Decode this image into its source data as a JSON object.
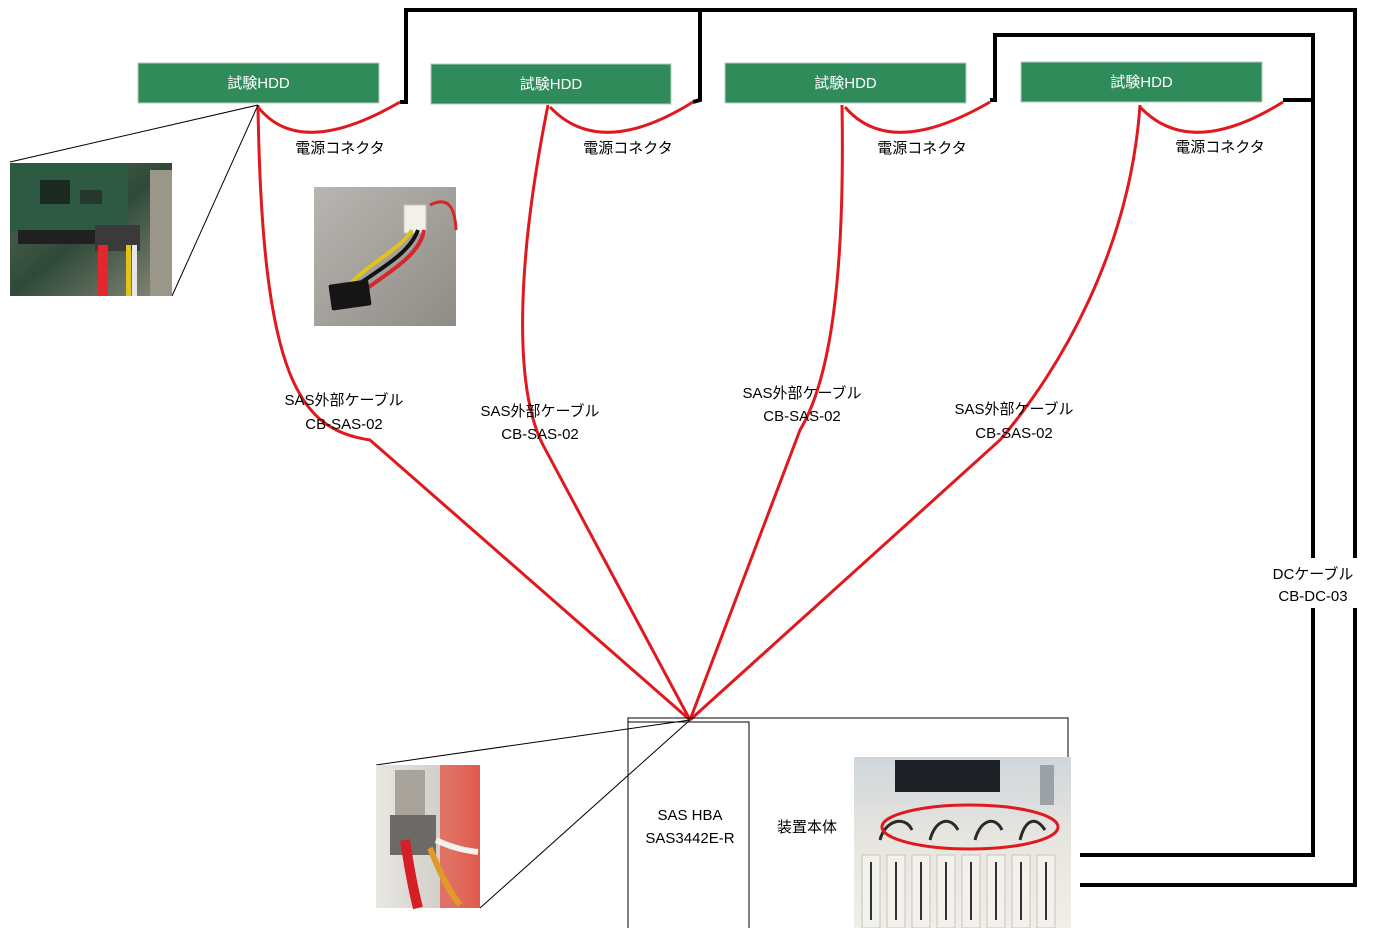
{
  "hdds": [
    {
      "label": "試験HDD"
    },
    {
      "label": "試験HDD"
    },
    {
      "label": "試験HDD"
    },
    {
      "label": "試験HDD"
    }
  ],
  "power_connectors": [
    {
      "label": "電源コネクタ"
    },
    {
      "label": "電源コネクタ"
    },
    {
      "label": "電源コネクタ"
    },
    {
      "label": "電源コネクタ"
    }
  ],
  "sas_cables": [
    {
      "line1": "SAS外部ケーブル",
      "line2": "CB-SAS-02"
    },
    {
      "line1": "SAS外部ケーブル",
      "line2": "CB-SAS-02"
    },
    {
      "line1": "SAS外部ケーブル",
      "line2": "CB-SAS-02"
    },
    {
      "line1": "SAS外部ケーブル",
      "line2": "CB-SAS-02"
    }
  ],
  "dc_cable": {
    "line1": "DCケーブル",
    "line2": "CB-DC-03"
  },
  "hba": {
    "line1": "SAS HBA",
    "line2": "SAS3442E-R"
  },
  "device": {
    "label": "装置本体"
  },
  "colors": {
    "hdd_fill": "#2f8c5a",
    "sas_cable": "#e0191e",
    "dc_cable": "#000000",
    "highlight_ring": "#e0191e"
  },
  "photos": [
    {
      "name": "hdd-connector-photo"
    },
    {
      "name": "power-cable-photo"
    },
    {
      "name": "hba-port-photo"
    },
    {
      "name": "device-interior-photo"
    }
  ]
}
